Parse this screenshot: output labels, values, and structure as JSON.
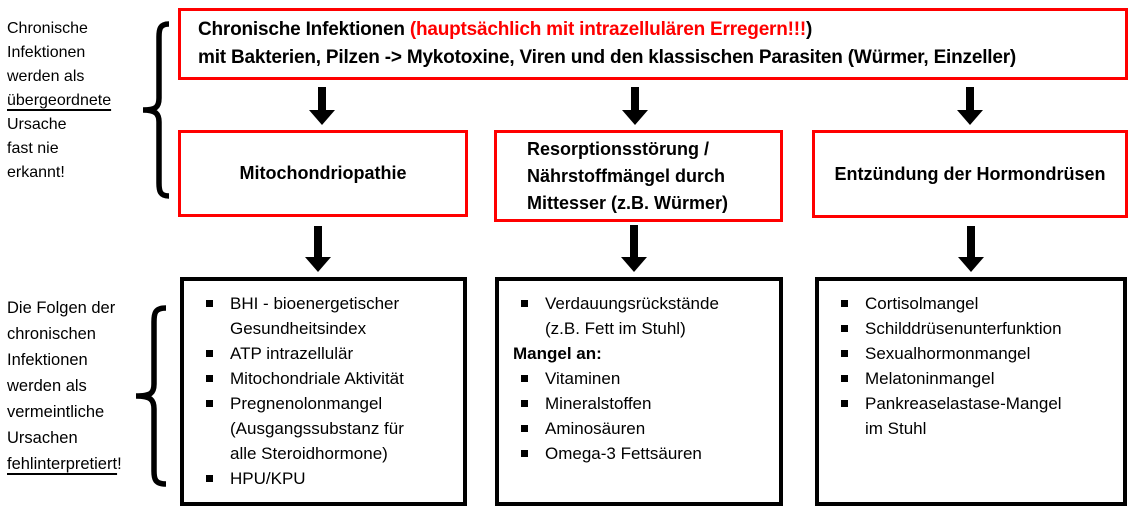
{
  "diagram": {
    "colors": {
      "accent_red": "#ff0000",
      "line_black": "#000000"
    },
    "left_top_note": {
      "l1": "Chronische",
      "l2": "Infektionen",
      "l3": "werden als",
      "l4_underlined": "übergeordnete",
      "l5": "Ursache",
      "l6": "fast nie",
      "l7": "erkannt!"
    },
    "left_bottom_note": {
      "l1": "Die Folgen der",
      "l2": "chronischen",
      "l3": "Infektionen",
      "l4": "werden als",
      "l5": "vermeintliche",
      "l6": "Ursachen",
      "l7_underlined": "fehlinterpretiert",
      "l7_suffix": "!"
    },
    "root_box": {
      "title_black": "Chronische Infektionen ",
      "title_red": "(hauptsächlich mit intrazellulären Erregern!!!",
      "title_suffix": ")",
      "subtitle": "mit Bakterien, Pilzen -> Mykotoxine, Viren und den klassischen Parasiten (Würmer, Einzeller)"
    },
    "causes": {
      "mitochondriopathy": "Mitochondriopathie",
      "resorption": "Resorptionsstörung /\nNährstoffmängel durch\nMittesser (z.B. Würmer)",
      "hormone_glands": "Entzündung der Hormondrüsen"
    },
    "effects": {
      "mitochondriopathy_findings": [
        "BHI - bioenergetischer\nGesundheitsindex",
        "ATP intrazellulär",
        "Mitochondriale Aktivität",
        "Pregnenolonmangel\n(Ausgangssubstanz für\nalle Steroidhormone)",
        "HPU/KPU"
      ],
      "resorption_findings": {
        "item1": "Verdauungsrückstände\n(z.B. Fett im Stuhl)",
        "heading": "Mangel an:",
        "items": [
          "Vitaminen",
          "Mineralstoffen",
          "Aminosäuren",
          "Omega-3 Fettsäuren"
        ]
      },
      "hormone_findings": [
        "Cortisolmangel",
        "Schilddrüsenunterfunktion",
        "Sexualhormonmangel",
        "Melatoninmangel",
        "Pankreaselastase-Mangel\nim Stuhl"
      ]
    }
  }
}
